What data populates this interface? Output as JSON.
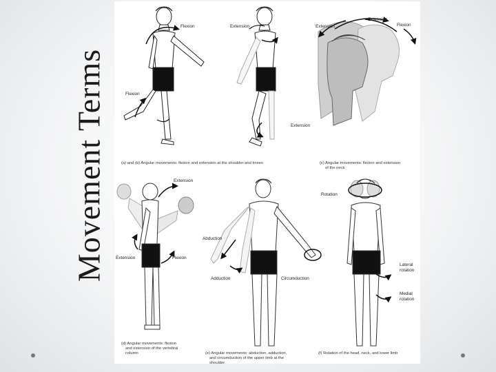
{
  "slide": {
    "title": "Movement Terms"
  },
  "figure": {
    "labels": {
      "a_flexion": "Flexion",
      "a_flexion_leg": "Flexion",
      "b_extension": "Extension",
      "b_extension_leg": "Extension",
      "c_extension": "Extension",
      "c_extension2": "Extension",
      "c_flexion": "Flexion",
      "d_extension_top": "Extension",
      "d_extension": "Extension",
      "d_flexion": "Flexion",
      "e_abduction": "Abduction",
      "e_adduction": "Adduction",
      "e_circumduction": "Circumduction",
      "f_rotation": "Rotation",
      "f_lateral": "Lateral",
      "f_lateral2": "rotation",
      "f_medial": "Medial",
      "f_medial2": "rotation"
    },
    "captions": {
      "ab_1": "(a) and (b) Angular movements: flexion and extension at the shoulder and knees",
      "c_1": "(c) Angular movements: flexion and extension",
      "c_2": "of the neck",
      "d_1": "(d) Angular movements: flexion",
      "d_2": "and extension of the vertebral",
      "d_3": "column",
      "e_1": "(e) Angular movements: abduction, adduction,",
      "e_2": "and circumduction of the upper limb at the",
      "e_3": "shoulder",
      "f_1": "(f) Rotation of the head, neck, and lower limb"
    }
  }
}
